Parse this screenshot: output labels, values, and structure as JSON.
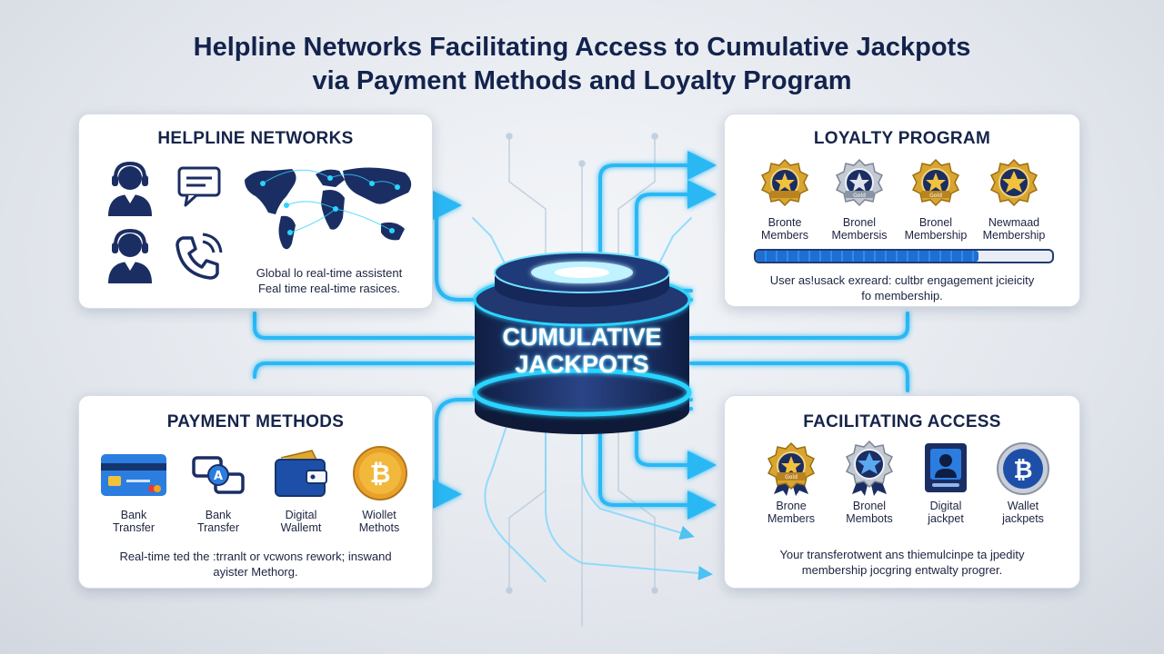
{
  "title": {
    "line1": "Helpline Networks Facilitating Access to Cumulative Jackpots",
    "line2": "via Payment Methods and Loyalty Program"
  },
  "hub": {
    "line1": "CUMULATIVE",
    "line2": "JACKPOTS",
    "glow_color": "#2ad4ff"
  },
  "helpline": {
    "title": "HELPLINE NETWORKS",
    "icons": [
      "headset-agent-icon",
      "chat-bubble-icon",
      "world-map-icon",
      "headset-agent-icon",
      "phone-icon"
    ],
    "caption_line1": "Global lo real-time assistent",
    "caption_line2": "Feal time real-time rasices."
  },
  "loyalty": {
    "title": "LOYALTY PROGRAM",
    "badges": [
      {
        "line1": "Bronte",
        "line2": "Members",
        "tag": "",
        "color": "#d9a531"
      },
      {
        "line1": "Bronel",
        "line2": "Membersis",
        "tag": "Gold",
        "color": "#b9bfca"
      },
      {
        "line1": "Bronel",
        "line2": "Membership",
        "tag": "Gold",
        "color": "#d9a531"
      },
      {
        "line1": "Newmaad",
        "line2": "Membership",
        "tag": "",
        "color": "#d9a531"
      }
    ],
    "progress": 0.75,
    "caption_line1": "User as!usack exreard: cultbr engagement jcieicity",
    "caption_line2": "fo membership."
  },
  "payment": {
    "title": "PAYMENT METHODS",
    "methods": [
      {
        "line1": "Bank",
        "line2": "Transfer",
        "icon": "credit-card-icon"
      },
      {
        "line1": "Bank",
        "line2": "Transfer",
        "icon": "bank-transfer-icon"
      },
      {
        "line1": "Digital",
        "line2": "Wallemt",
        "icon": "wallet-icon"
      },
      {
        "line1": "Wiollet",
        "line2": "Methots",
        "icon": "bitcoin-icon"
      }
    ],
    "caption_line1": "Real-time ted the :trranlt or vcwons rework; inswand",
    "caption_line2": "ayister Methorg."
  },
  "access": {
    "title": "FACILITATING ACCESS",
    "items": [
      {
        "line1": "Brone",
        "line2": "Members",
        "tag": "Gold",
        "icon": "gold-badge-icon"
      },
      {
        "line1": "Bronel",
        "line2": "Membots",
        "tag": "",
        "icon": "blue-star-badge-icon"
      },
      {
        "line1": "Digital",
        "line2": "jackpet",
        "tag": "",
        "icon": "id-card-icon"
      },
      {
        "line1": "Wallet",
        "line2": "jackpets",
        "tag": "",
        "icon": "bitcoin-coin-icon"
      }
    ],
    "caption_line1": "Your transferotwent ans thiemulcinpe ta jpedity",
    "caption_line2": "membership jocgring entwalty progrer."
  },
  "colors": {
    "title": "#13234d",
    "accent": "#2ad4ff",
    "navy": "#1b2e63",
    "gold": "#d9a531"
  }
}
